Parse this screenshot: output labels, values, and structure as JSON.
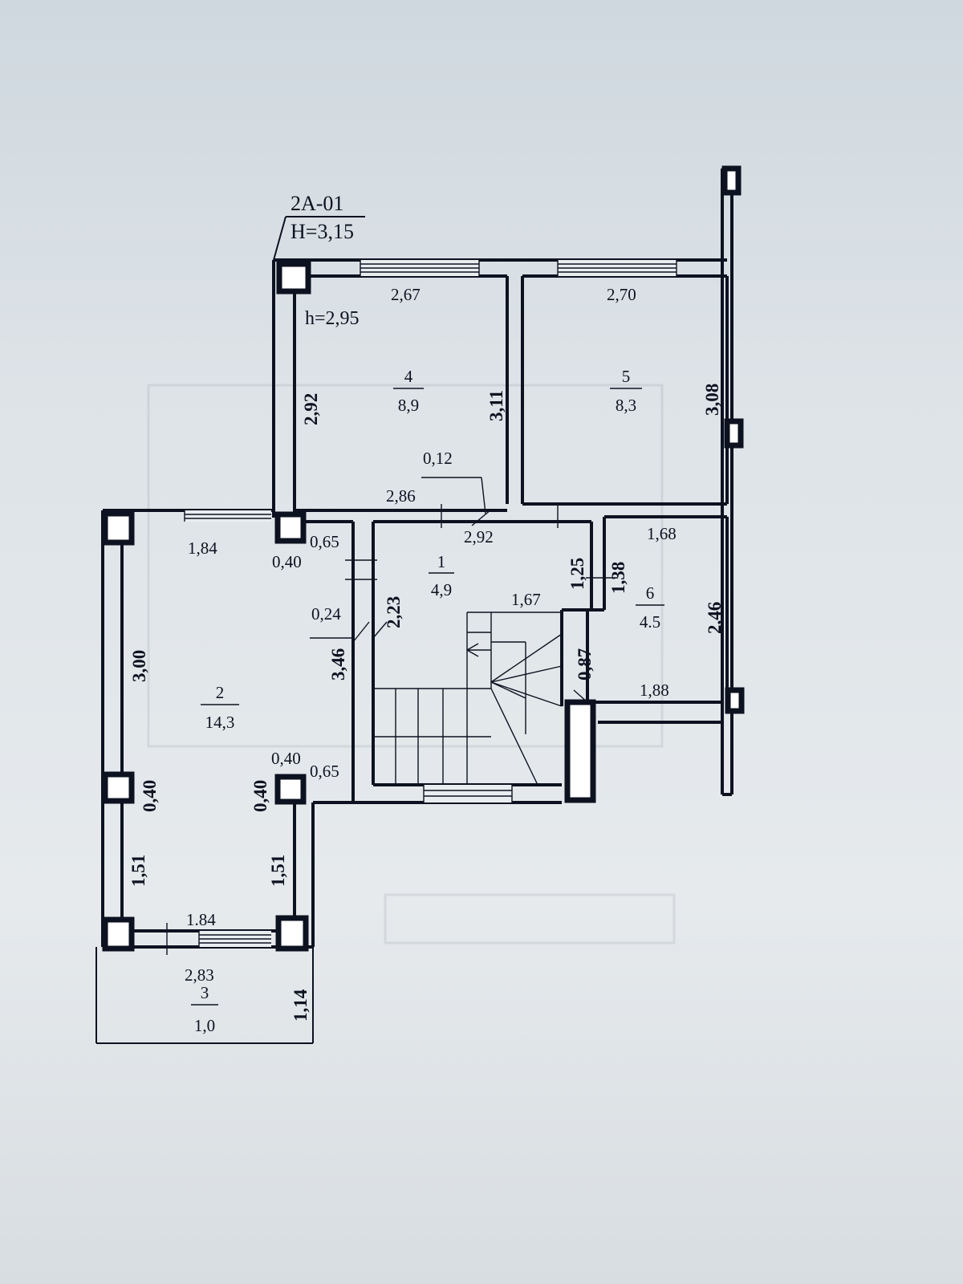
{
  "header": {
    "apartment": "2A-01",
    "ceiling_total": "H=3,15",
    "ceiling_room": "h=2,95"
  },
  "rooms": [
    {
      "id": "room-4",
      "number": "4",
      "area": "8,9"
    },
    {
      "id": "room-5",
      "number": "5",
      "area": "8,3"
    },
    {
      "id": "room-1",
      "number": "1",
      "area": "4,9"
    },
    {
      "id": "room-6",
      "number": "6",
      "area": "4.5"
    },
    {
      "id": "room-2",
      "number": "2",
      "area": "14,3"
    },
    {
      "id": "room-3",
      "number": "3",
      "area": "1,0"
    }
  ],
  "dimensions": {
    "r4_width": "2,67",
    "r4_left": "2,92",
    "r4_right": "3,11",
    "r5_width": "2,70",
    "r5_right": "3,08",
    "small_012": "0,12",
    "r1_top": "2,86",
    "r1_diag": "2,92",
    "r1_stair": "1,67",
    "r1_right": "1,25",
    "r1_left": "2,23",
    "r1_024": "0,24",
    "r6_top": "1,68",
    "r6_left": "1,38",
    "r6_right": "2,46",
    "r6_bottom": "1,88",
    "r6_087": "0,87",
    "r2_top": "1,84",
    "r2_040_top": "0,40",
    "r2_065_top": "0,65",
    "r2_left_300": "3,00",
    "r2_right_346": "3,46",
    "r2_040_mid": "0,40",
    "r2_065_mid": "0,65",
    "r2_040_left": "0,40",
    "r2_040_right": "0,40",
    "r2_151_left": "1,51",
    "r2_151_right": "1,51",
    "r2_bottom": "1.84",
    "r3_width": "2,83",
    "r3_height": "1,14"
  }
}
